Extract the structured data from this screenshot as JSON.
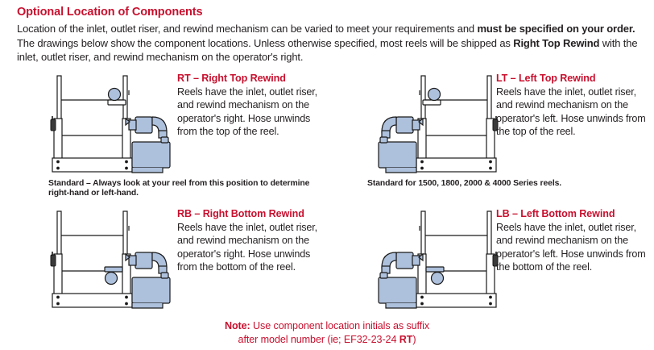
{
  "header": {
    "title": "Optional Location of Components",
    "paragraph_parts": [
      {
        "text": "Location of the inlet, outlet riser, and rewind mechanism can be varied to meet your requirements and ",
        "bold": false
      },
      {
        "text": "must be specified on your order.",
        "bold": true
      },
      {
        "text": " The drawings below show the component locations. Unless otherwise specified, most reels will be shipped as ",
        "bold": false
      },
      {
        "text": "Right Top Rewind",
        "bold": true
      },
      {
        "text": " with the inlet, outlet riser, and rewind mechanism on the operator's right.",
        "bold": false
      }
    ]
  },
  "panels": [
    {
      "code": "RT",
      "heading": "RT – Right Top Rewind",
      "description": "Reels have the inlet, outlet riser, and rewind mechanism on the operator's right. Hose unwinds from the top of the reel.",
      "caption": "Standard – Always look at your reel from this position to determine right-hand or left-hand.",
      "figure_name": "reel-diagram-right-top-rewind",
      "side": "right",
      "roller": "top"
    },
    {
      "code": "LT",
      "heading": "LT – Left Top Rewind",
      "description": "Reels have the inlet, outlet riser, and rewind mechanism on the operator's left. Hose unwinds from the top of the reel.",
      "caption": "Standard for 1500, 1800, 2000 & 4000 Series reels.",
      "figure_name": "reel-diagram-left-top-rewind",
      "side": "left",
      "roller": "top"
    },
    {
      "code": "RB",
      "heading": "RB – Right Bottom Rewind",
      "description": "Reels have the inlet, outlet riser, and rewind mechanism on the operator's right. Hose unwinds from the bottom of the reel.",
      "caption": "",
      "figure_name": "reel-diagram-right-bottom-rewind",
      "side": "right",
      "roller": "bottom"
    },
    {
      "code": "LB",
      "heading": "LB – Left Bottom Rewind",
      "description": "Reels have the inlet, outlet riser, and rewind mechanism on the operator's left. Hose unwinds from the bottom of the reel.",
      "caption": "",
      "figure_name": "reel-diagram-left-bottom-rewind",
      "side": "left",
      "roller": "bottom"
    }
  ],
  "note": {
    "label": "Note:",
    "line1_rest": " Use component location initials as suffix",
    "line2_before": "after model number (ie; EF32-23-24 ",
    "line2_bold": "RT",
    "line2_after": ")"
  },
  "colors": {
    "accent_red": "#c8102e",
    "body_text": "#231f20",
    "diagram_fill": "#adc0dc",
    "diagram_line": "#1a1a1a",
    "diagram_white": "#ffffff",
    "background": "#ffffff"
  }
}
